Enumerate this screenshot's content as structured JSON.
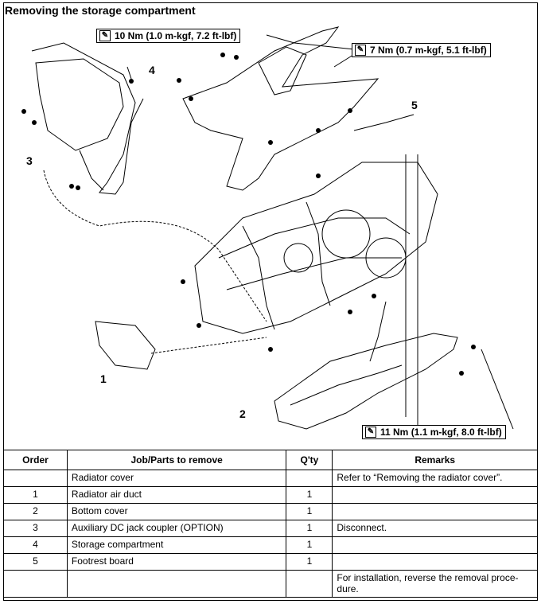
{
  "title": "Removing the storage compartment",
  "torque_specs": [
    "10 Nm (1.0 m-kgf, 7.2 ft-lbf)",
    "7 Nm (0.7 m-kgf, 5.1 ft-lbf)",
    "11 Nm (1.1 m-kgf, 8.0 ft-lbf)"
  ],
  "callouts": [
    "1",
    "2",
    "3",
    "4",
    "5"
  ],
  "table": {
    "headers": [
      "Order",
      "Job/Parts to remove",
      "Q'ty",
      "Remarks"
    ],
    "rows": [
      {
        "order": "",
        "part": "Radiator cover",
        "qty": "",
        "remarks": "Refer to “Removing the radiator cover”."
      },
      {
        "order": "1",
        "part": "Radiator air duct",
        "qty": "1",
        "remarks": ""
      },
      {
        "order": "2",
        "part": "Bottom cover",
        "qty": "1",
        "remarks": ""
      },
      {
        "order": "3",
        "part": "Auxiliary DC jack coupler (OPTION)",
        "qty": "1",
        "remarks": "Disconnect."
      },
      {
        "order": "4",
        "part": "Storage compartment",
        "qty": "1",
        "remarks": ""
      },
      {
        "order": "5",
        "part": "Footrest board",
        "qty": "1",
        "remarks": ""
      },
      {
        "order": "",
        "part": "",
        "qty": "",
        "remarks": "For installation, reverse the removal proce-dure."
      }
    ]
  }
}
